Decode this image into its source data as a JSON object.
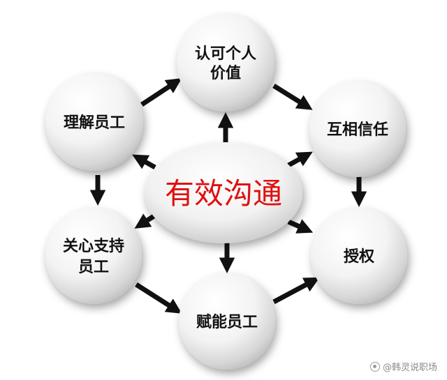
{
  "diagram": {
    "center": {
      "label": "有效沟通",
      "color": "#e01010"
    },
    "nodes": {
      "top": {
        "lines": [
          "认可个人",
          "价值"
        ]
      },
      "upper_right": {
        "lines": [
          "互相信任"
        ]
      },
      "lower_right": {
        "lines": [
          "授权"
        ]
      },
      "bottom": {
        "lines": [
          "赋能员工"
        ]
      },
      "lower_left": {
        "lines": [
          "关心支持",
          "员工"
        ]
      },
      "upper_left": {
        "lines": [
          "理解员工"
        ]
      }
    },
    "arrow_color": "#111111"
  },
  "watermark": {
    "text": "@韩灵说职场"
  }
}
